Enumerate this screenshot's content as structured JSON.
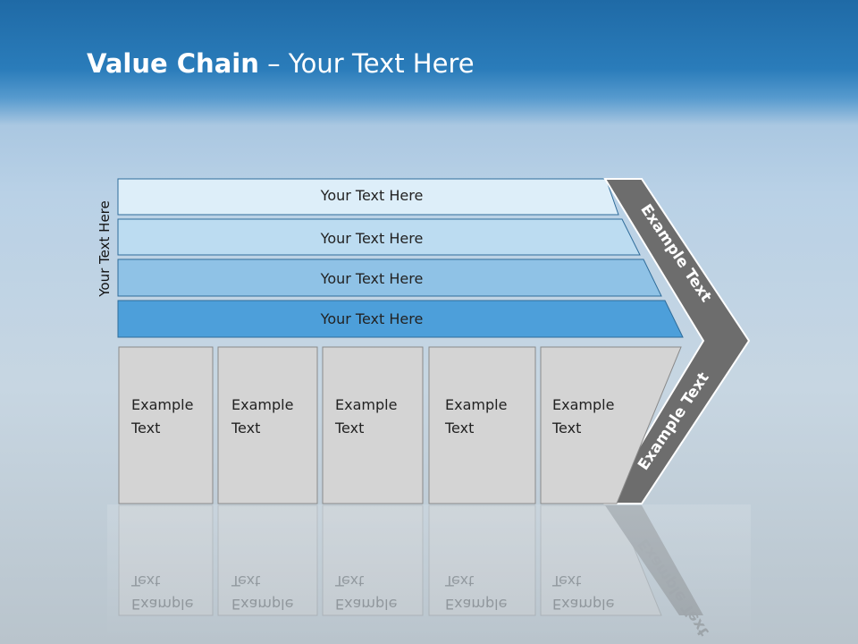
{
  "header": {
    "title_bold": "Value Chain",
    "title_rest": " – Your Text Here"
  },
  "side_label": "Your Text Here",
  "bars": [
    {
      "label": "Your Text Here",
      "color": "#ddeef9"
    },
    {
      "label": "Your Text Here",
      "color": "#bcdcf1"
    },
    {
      "label": "Your Text Here",
      "color": "#8fc2e6"
    },
    {
      "label": "Your Text Here",
      "color": "#4d9fda"
    }
  ],
  "boxes": [
    {
      "line1": "Example",
      "line2": "Text"
    },
    {
      "line1": "Example",
      "line2": "Text"
    },
    {
      "line1": "Example",
      "line2": "Text"
    },
    {
      "line1": "Example",
      "line2": "Text"
    },
    {
      "line1": "Example",
      "line2": "Text"
    }
  ],
  "chevron": {
    "upper_label": "Example Text",
    "lower_label": "Example Text",
    "color": "#6d6d6d"
  },
  "colors": {
    "header": "#2573b3",
    "box_fill": "#d4d4d4"
  }
}
